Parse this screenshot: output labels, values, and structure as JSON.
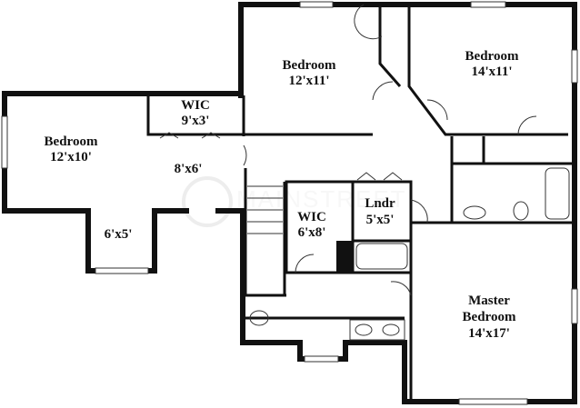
{
  "rooms": [
    {
      "name": "Bedroom",
      "size": "12'x11'"
    },
    {
      "name": "Bedroom",
      "size": "14'x11'"
    },
    {
      "name": "WIC",
      "size": "9'x3'"
    },
    {
      "name": "Bedroom",
      "size": "12'x10'"
    },
    {
      "name": "",
      "size": "8'x6'"
    },
    {
      "name": "",
      "size": "6'x5'"
    },
    {
      "name": "WIC",
      "size": "6'x8'"
    },
    {
      "name": "Lndr",
      "size": "5'x5'"
    },
    {
      "name": "Master",
      "size": "Bedroom"
    },
    {
      "name": "",
      "size": "14'x17'"
    }
  ],
  "watermark": "MAINSTREET"
}
